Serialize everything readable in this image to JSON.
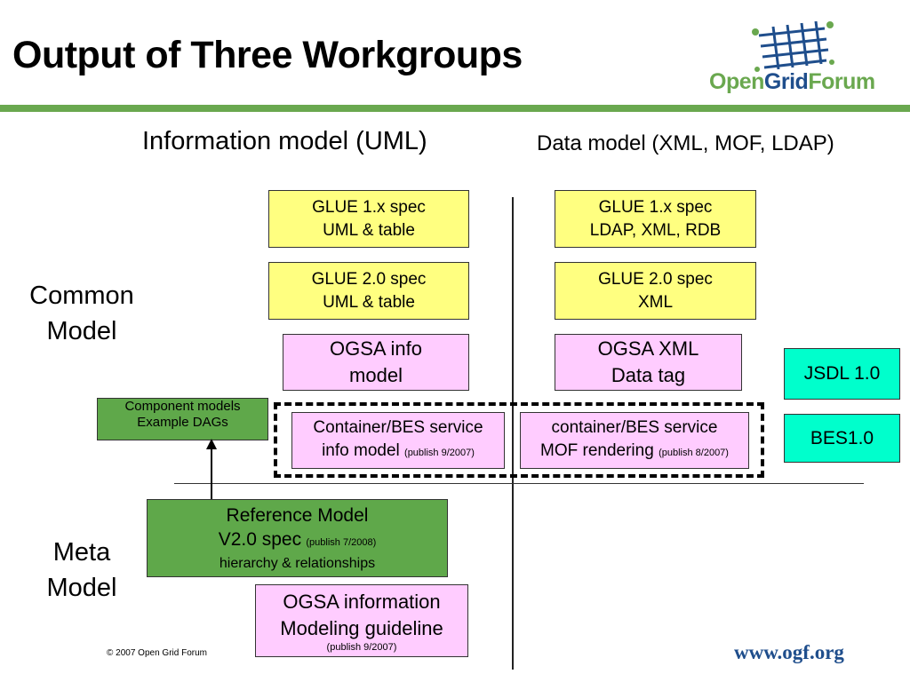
{
  "title": "Output of Three Workgroups",
  "logo": {
    "text_part1": "Open",
    "text_part2": "Grid",
    "text_part3": "Forum"
  },
  "columns": {
    "left": "Information model (UML)",
    "right": "Data model (XML, MOF, LDAP)"
  },
  "rows": {
    "common": [
      "Common",
      "Model"
    ],
    "meta": [
      "Meta",
      "Model"
    ]
  },
  "boxes": {
    "glue1_uml": [
      "GLUE 1.x spec",
      "UML & table"
    ],
    "glue2_uml": [
      "GLUE 2.0 spec",
      "UML & table"
    ],
    "ogsa_info": [
      "OGSA info",
      "model"
    ],
    "container_info": {
      "line1": "Container/BES service",
      "line2": "info model",
      "note": "(publish 9/2007)"
    },
    "glue1_data": [
      "GLUE 1.x spec",
      "LDAP, XML, RDB"
    ],
    "glue2_data": [
      "GLUE 2.0 spec",
      "XML"
    ],
    "ogsa_xml": [
      "OGSA XML",
      "Data tag"
    ],
    "container_mof": {
      "line1": "container/BES service",
      "line2": "MOF rendering",
      "note": "(publish 8/2007)"
    },
    "jsdl": "JSDL 1.0",
    "bes": "BES1.0",
    "component": [
      "Component models",
      "Example DAGs"
    ],
    "reference": {
      "line1": "Reference Model",
      "line2": "V2.0 spec",
      "note": "(publish 7/2008)",
      "line3": "hierarchy & relationships"
    },
    "guideline": {
      "line1": "OGSA information",
      "line2": "Modeling guideline",
      "note": "(publish 9/2007)"
    }
  },
  "footer": "© 2007 Open Grid Forum",
  "url": "www.ogf.org"
}
